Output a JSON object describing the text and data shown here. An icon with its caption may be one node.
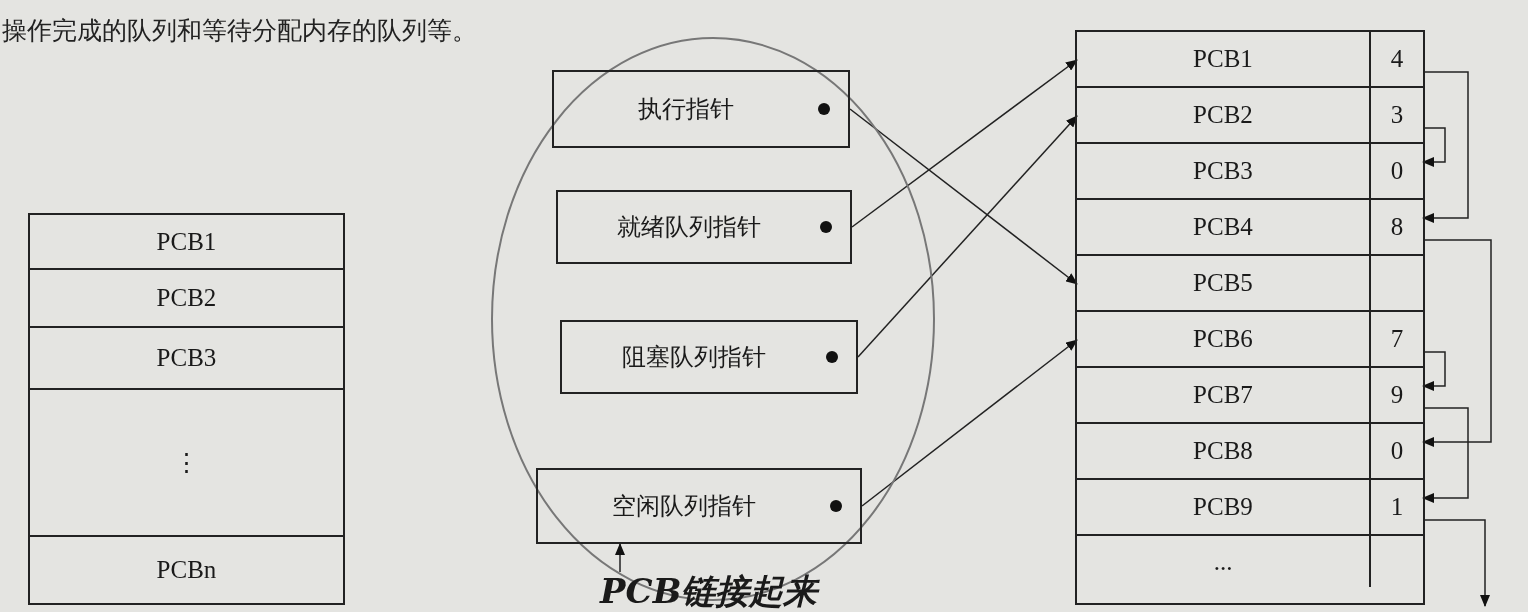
{
  "diagram": {
    "nodes": [
      {
        "text": [],
        "shape": "box"
      },
      {
        "text": [
          "PCB1"
        ],
        "in": 0
      },
      {
        "text": [
          "PCB2"
        ],
        "in": 0
      },
      {
        "text": [
          "PCB3"
        ],
        "in": 0
      },
      {
        "text": [
          "⋮"
        ],
        "in": 0
      },
      {
        "text": [
          "PCBn"
        ],
        "in": 0
      },
      {
        "text": [],
        "shape": "circle"
      },
      {
        "text": [
          "执行指针"
        ],
        "in": 6
      },
      {
        "text": [
          "就绪队列指针"
        ],
        "in": 6
      },
      {
        "text": [
          "阻塞队列指针"
        ],
        "in": 6
      },
      {
        "text": [
          "空闲队列指针"
        ],
        "in": 6
      },
      {
        "text": [],
        "shape": "box"
      },
      {
        "text": [
          "PCB1",
          "4"
        ],
        "in": 11
      },
      {
        "text": [
          "PCB2",
          "3"
        ],
        "in": 11
      },
      {
        "text": [
          "PCB3",
          "0"
        ],
        "in": 11
      },
      {
        "text": [
          "PCB4",
          "8"
        ],
        "in": 11
      },
      {
        "text": [
          "PCB5"
        ],
        "in": 11
      },
      {
        "text": [
          "PCB6",
          "7"
        ],
        "in": 11
      },
      {
        "text": [
          "PCB7",
          "9"
        ],
        "in": 11
      },
      {
        "text": [
          "PCB8",
          "0"
        ],
        "in": 11
      },
      {
        "text": [
          "PCB9",
          "1"
        ],
        "in": 11
      },
      {
        "text": [
          "..."
        ],
        "in": 11
      },
      {
        "text": [
          "PCB链接起来"
        ]
      }
    ],
    "edges": [
      {
        "from": 7,
        "to": 16,
        "arrow": "to"
      },
      {
        "from": 8,
        "to": 12,
        "arrow": "to"
      },
      {
        "from": 9,
        "to": 13,
        "arrow": "to"
      },
      {
        "from": 10,
        "to": 17,
        "arrow": "to"
      },
      {
        "from": 12,
        "to": 15,
        "arrow": "to"
      },
      {
        "from": 13,
        "to": 14,
        "arrow": "to"
      },
      {
        "from": 15,
        "to": 19,
        "arrow": "to"
      },
      {
        "from": 17,
        "to": 18,
        "arrow": "to"
      },
      {
        "from": 18,
        "to": 20,
        "arrow": "to"
      },
      {
        "from": 20,
        "to": null,
        "arrow": "to"
      },
      {
        "from": 22,
        "to": 10,
        "arrow": "to"
      }
    ],
    "labels": [
      "操作完成的队列和等待分配内存的队列等。"
    ]
  }
}
